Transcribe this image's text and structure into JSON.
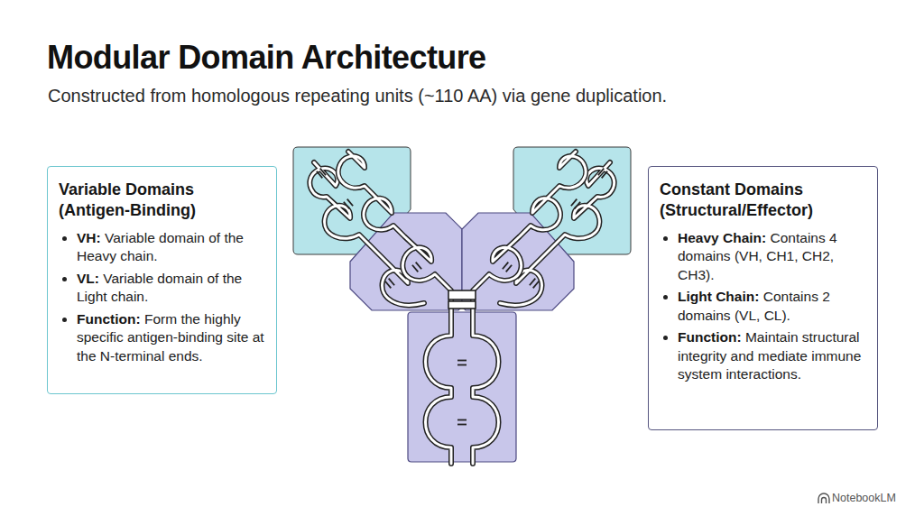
{
  "diagram": {
    "title": "Modular Domain Architecture",
    "nodes": [
      {
        "text": [
          "Variable Domains (Antigen-Binding)",
          "VH:",
          "Variable domain of the Heavy chain.",
          "VL:",
          "Variable domain of the Light chain.",
          "Function:",
          "Form the highly specific antigen-binding site at the N-terminal ends."
        ]
      },
      {
        "text": [
          "Constant Domains (Structural/Effector)",
          "Heavy Chain:",
          "Contains 4 domains (VH, CH1, CH2, CH3).",
          "Light Chain:",
          "Contains 2 domains (VL, CL).",
          "Function:",
          "Maintain structural integrity and mediate immune system interactions."
        ]
      }
    ],
    "labels": [
      "Constructed from homologous repeating units (~110 AA) via gene duplication.",
      "NotebookLM"
    ]
  }
}
